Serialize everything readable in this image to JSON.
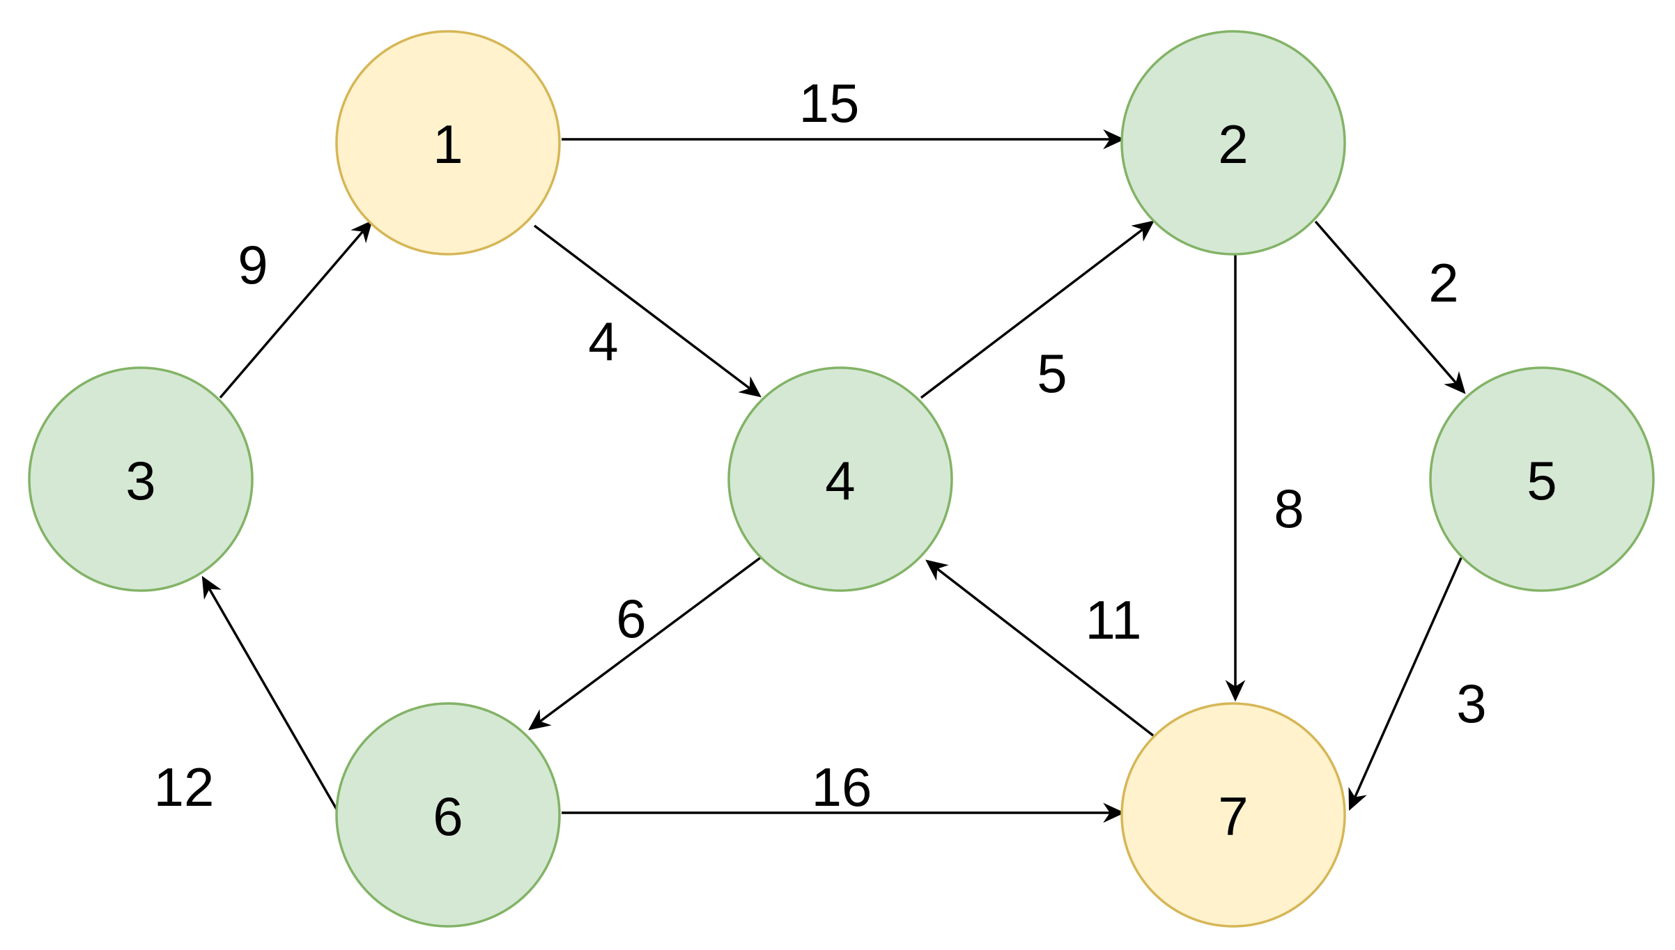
{
  "colors": {
    "green_fill": "#d5e8d4",
    "green_stroke": "#82b366",
    "yellow_fill": "#fff2cc",
    "yellow_stroke": "#d6b656",
    "edge": "#000000"
  },
  "nodes": [
    {
      "id": "1",
      "label": "1",
      "style": "yellow"
    },
    {
      "id": "2",
      "label": "2",
      "style": "green"
    },
    {
      "id": "3",
      "label": "3",
      "style": "green"
    },
    {
      "id": "4",
      "label": "4",
      "style": "green"
    },
    {
      "id": "5",
      "label": "5",
      "style": "green"
    },
    {
      "id": "6",
      "label": "6",
      "style": "green"
    },
    {
      "id": "7",
      "label": "7",
      "style": "yellow"
    }
  ],
  "edges": [
    {
      "from": "1",
      "to": "2",
      "weight": "15"
    },
    {
      "from": "1",
      "to": "4",
      "weight": "4"
    },
    {
      "from": "3",
      "to": "1",
      "weight": "9"
    },
    {
      "from": "4",
      "to": "2",
      "weight": "5"
    },
    {
      "from": "2",
      "to": "5",
      "weight": "2"
    },
    {
      "from": "2",
      "to": "7",
      "weight": "8"
    },
    {
      "from": "4",
      "to": "6",
      "weight": "6"
    },
    {
      "from": "7",
      "to": "4",
      "weight": "11"
    },
    {
      "from": "5",
      "to": "7",
      "weight": "3"
    },
    {
      "from": "6",
      "to": "3",
      "weight": "12"
    },
    {
      "from": "6",
      "to": "7",
      "weight": "16"
    }
  ]
}
